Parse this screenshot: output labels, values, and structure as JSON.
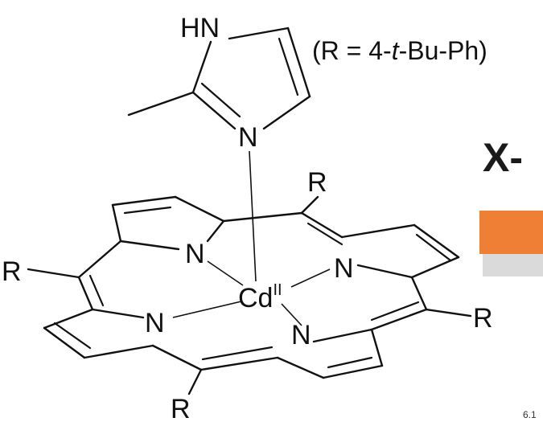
{
  "diagram": {
    "atoms": {
      "hn": "HN",
      "imid_n": "N",
      "n_top": "N",
      "n_right": "N",
      "n_left": "N",
      "n_bottom": "N",
      "metal": "Cd",
      "oxidation": "II",
      "r_top": "R",
      "r_left": "R",
      "r_right": "R",
      "r_bottom": "R"
    },
    "substituent_note": {
      "open": "(R = 4-",
      "italic": "t",
      "close": "-Bu-Ph)"
    },
    "side_label": "X-",
    "page_number": "6.1",
    "colors": {
      "ink": "#111111",
      "accent_bar": "#ee7f34"
    }
  }
}
